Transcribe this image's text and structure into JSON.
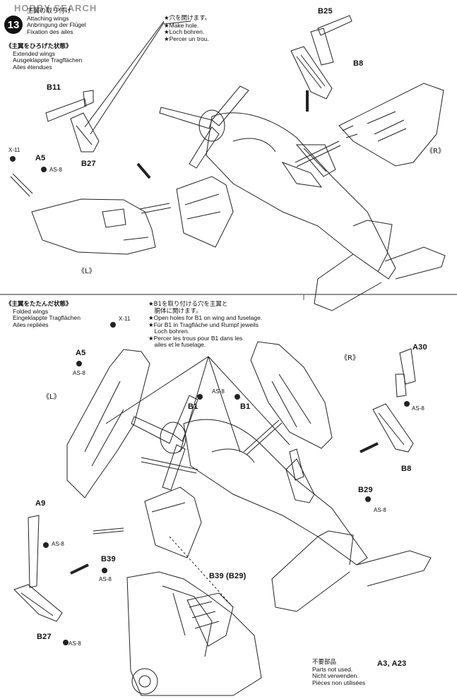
{
  "watermark": "HOBBY SEARCH",
  "step": {
    "number": "13",
    "title_jp": "主翼の取り付け",
    "title_en": "Attaching wings",
    "title_de": "Anbringung der Flügel",
    "title_fr": "Fixation des ailes"
  },
  "top_section": {
    "heading_jp": "《主翼をひろげた状態》",
    "heading_en": "Extended wings",
    "heading_de": "Ausgeklappte Tragflächen",
    "heading_fr": "Ailes étendues",
    "note": [
      "★穴を開けます。",
      "★Make hole.",
      "★Loch bohren.",
      "★Percer un trou."
    ],
    "labels": {
      "b25": "B25",
      "b8": "B8",
      "b11": "B11",
      "b27": "B27",
      "x11": "X-11",
      "a5": "A5",
      "as8": "AS-8",
      "right": "《R》",
      "left": "《L》"
    }
  },
  "bottom_section": {
    "heading_jp": "《主翼をたたんだ状態》",
    "heading_en": "Folded wings",
    "heading_de": "Eingeklappte Tragflächen",
    "heading_fr": "Ailes repliées",
    "note": [
      "★B1を取り付ける穴を主翼と",
      "　胴体に開けます。",
      "★Open holes for B1 on wing and fuselage.",
      "★Für B1 in Tragfläche und Rumpf jeweils",
      "　Loch bohren.",
      "★Percer les trous pour B1 dans les",
      "　ailes et le fuselage."
    ],
    "labels": {
      "x11": "X-11",
      "a5": "A5",
      "as8_a5": "AS-8",
      "left": "《L》",
      "right": "《R》",
      "as8_b1": "AS-8",
      "b1_left": "B1",
      "b1_right": "B1",
      "a30": "A30",
      "as8_a30": "AS-8",
      "b8": "B8",
      "b29": "B29",
      "as8_b29": "AS-8",
      "a9": "A9",
      "as8_a9": "AS-8",
      "b39": "B39",
      "as8_b39": "AS-8",
      "b27": "B27",
      "as8_b27": "AS-8",
      "b39_b29": "B39 (B29)"
    }
  },
  "unused_parts": {
    "title_jp": "不要部品",
    "title_en": "Parts not used.",
    "title_de": "Nicht verwenden.",
    "title_fr": "Pièces non utilisées",
    "parts": "A3, A23"
  }
}
